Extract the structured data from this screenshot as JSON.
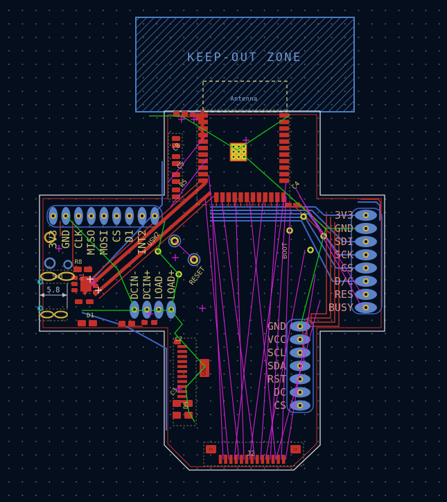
{
  "zones": {
    "keepout_label": "KEEP-OUT ZONE",
    "antenna_label": "Antenna"
  },
  "headers": {
    "left": {
      "labels": [
        "3V3",
        "GND",
        "CLK",
        "MISO",
        "MOSI",
        "CS",
        "D1",
        "INT2"
      ]
    },
    "power": {
      "labels": [
        "DCIN-",
        "DCIN+",
        "LOAD-",
        "LOAD+"
      ]
    },
    "right": {
      "labels": [
        "3V3",
        "GND",
        "SDI",
        "SCK",
        "CS",
        "D/C",
        "RES",
        "BUSY"
      ]
    },
    "display": {
      "labels": [
        "GND",
        "VCC",
        "SCL",
        "SDA",
        "RST",
        "DC",
        "CS"
      ]
    }
  },
  "silkscreen": {
    "reset": "RESET",
    "boot": "BOOT",
    "usw2": "USW2",
    "gnd_pad": "GND",
    "refs": {
      "c8": "C8",
      "c5": "C5",
      "r5": "R5",
      "c4": "C4",
      "c2": "C2",
      "c3": "C3",
      "d5": "D5",
      "r8": "R8",
      "r1": "R1",
      "d1": "D1",
      "sw3": "SW3",
      "j2": "J2"
    },
    "pad_numbers": {
      "j2_left": "16",
      "j2_right": "15"
    }
  },
  "dimension": {
    "value": "5.8"
  },
  "colors": {
    "background": "#050e1c",
    "grid_dot": "#6c7684",
    "keepout": "#4a7cc8",
    "keepout_text": "#6d96cf",
    "antenna_outline": "#ddd98e",
    "antenna_text": "#8fb2e2",
    "edge": "#d6dade",
    "copper_front": "#c43029",
    "copper_back": "#3e66c4",
    "pad": "#5b83c9",
    "pad_ring": "#d4b23c",
    "hole": "#0a1322",
    "via": "#cdd034",
    "silk_front": "#cfc476",
    "silk_back": "#d68f8f",
    "ratsnest": "#e01fe0",
    "net_highlight": "#15c515",
    "thermal": "#e8952c",
    "dim": "#b9c0c9",
    "teal": "#1a9aae",
    "dark_on_pad": "#6b1412",
    "ref_on_copper": "#e06868"
  }
}
